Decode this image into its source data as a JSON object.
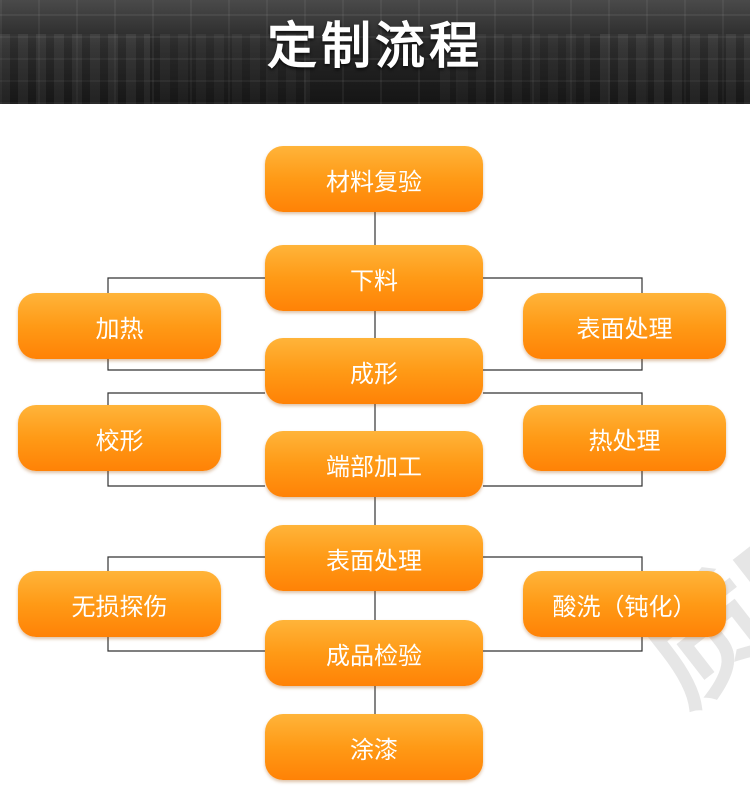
{
  "header": {
    "title": "定制流程"
  },
  "flow": {
    "main_steps": [
      "材料复验",
      "下料",
      "成形",
      "端部加工",
      "表面处理",
      "成品检验",
      "涂漆"
    ],
    "left_steps": [
      "加热",
      "校形",
      "无损探伤"
    ],
    "right_steps": [
      "表面处理",
      "热处理",
      "酸洗（钝化）"
    ]
  },
  "watermark": {
    "text": "质安"
  },
  "colors": {
    "box_top": "#ffb43a",
    "box_bottom": "#ff8206",
    "box_text": "#ffffff",
    "connector": "#333333",
    "banner": "#262626"
  }
}
